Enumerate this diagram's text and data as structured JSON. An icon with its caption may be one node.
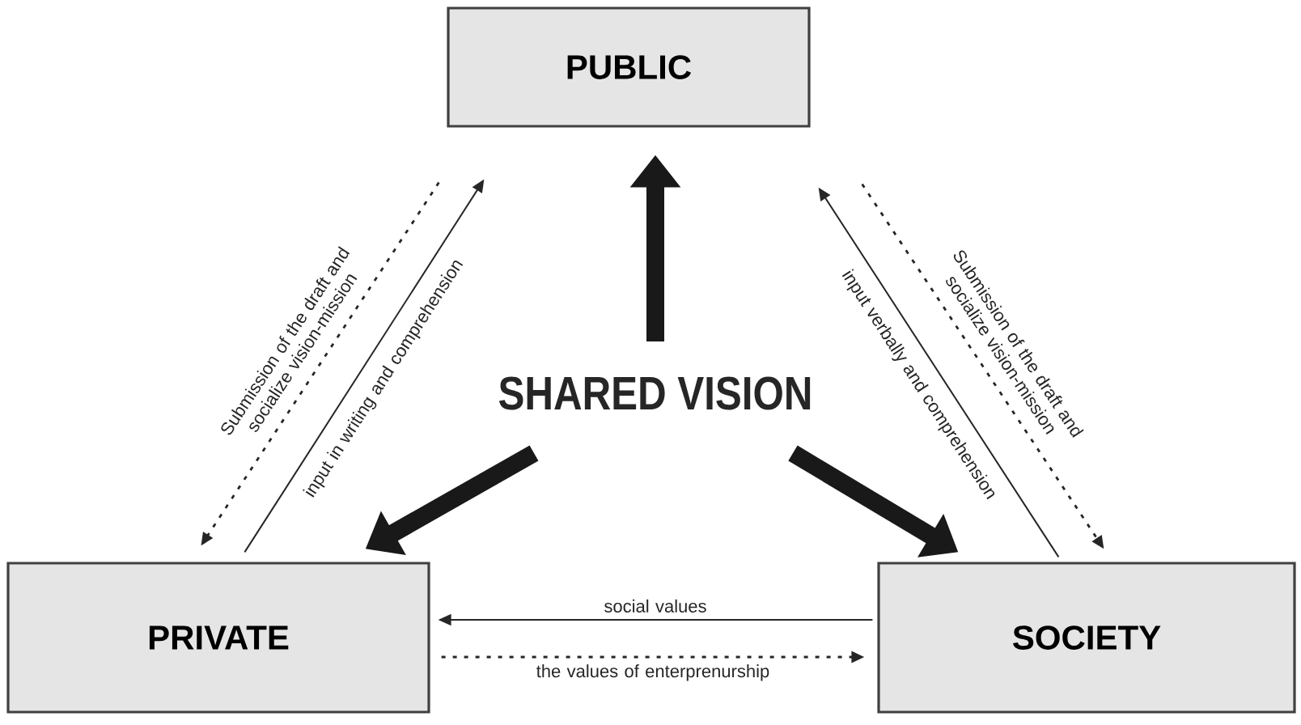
{
  "diagram": {
    "nodes": [
      {
        "text": [
          "PUBLIC"
        ]
      },
      {
        "text": [
          "SHARED VISION"
        ]
      },
      {
        "text": [
          "PRIVATE"
        ]
      },
      {
        "text": [
          "SOCIETY"
        ]
      }
    ],
    "edges": [
      {
        "from": 0,
        "to": 2,
        "arrow": "to",
        "style": "dashed",
        "label": "Submission of the draft and socialize vision-mission"
      },
      {
        "from": 2,
        "to": 0,
        "arrow": "to",
        "label": "input in writing and comprehension"
      },
      {
        "from": 3,
        "to": 0,
        "arrow": "to",
        "label": "input verbally and comprehension"
      },
      {
        "from": 0,
        "to": 3,
        "arrow": "to",
        "style": "dashed",
        "label": "Submission of the draft and socialize vision-mission"
      },
      {
        "from": 3,
        "to": 2,
        "arrow": "to",
        "label": "social values"
      },
      {
        "from": 2,
        "to": 3,
        "arrow": "to",
        "style": "dashed",
        "label": "the values of enterprenurship"
      },
      {
        "from": 1,
        "to": 0,
        "arrow": "to",
        "style": "thick"
      },
      {
        "from": 1,
        "to": 2,
        "arrow": "to",
        "style": "thick"
      },
      {
        "from": 1,
        "to": 3,
        "arrow": "to",
        "style": "thick"
      }
    ]
  }
}
